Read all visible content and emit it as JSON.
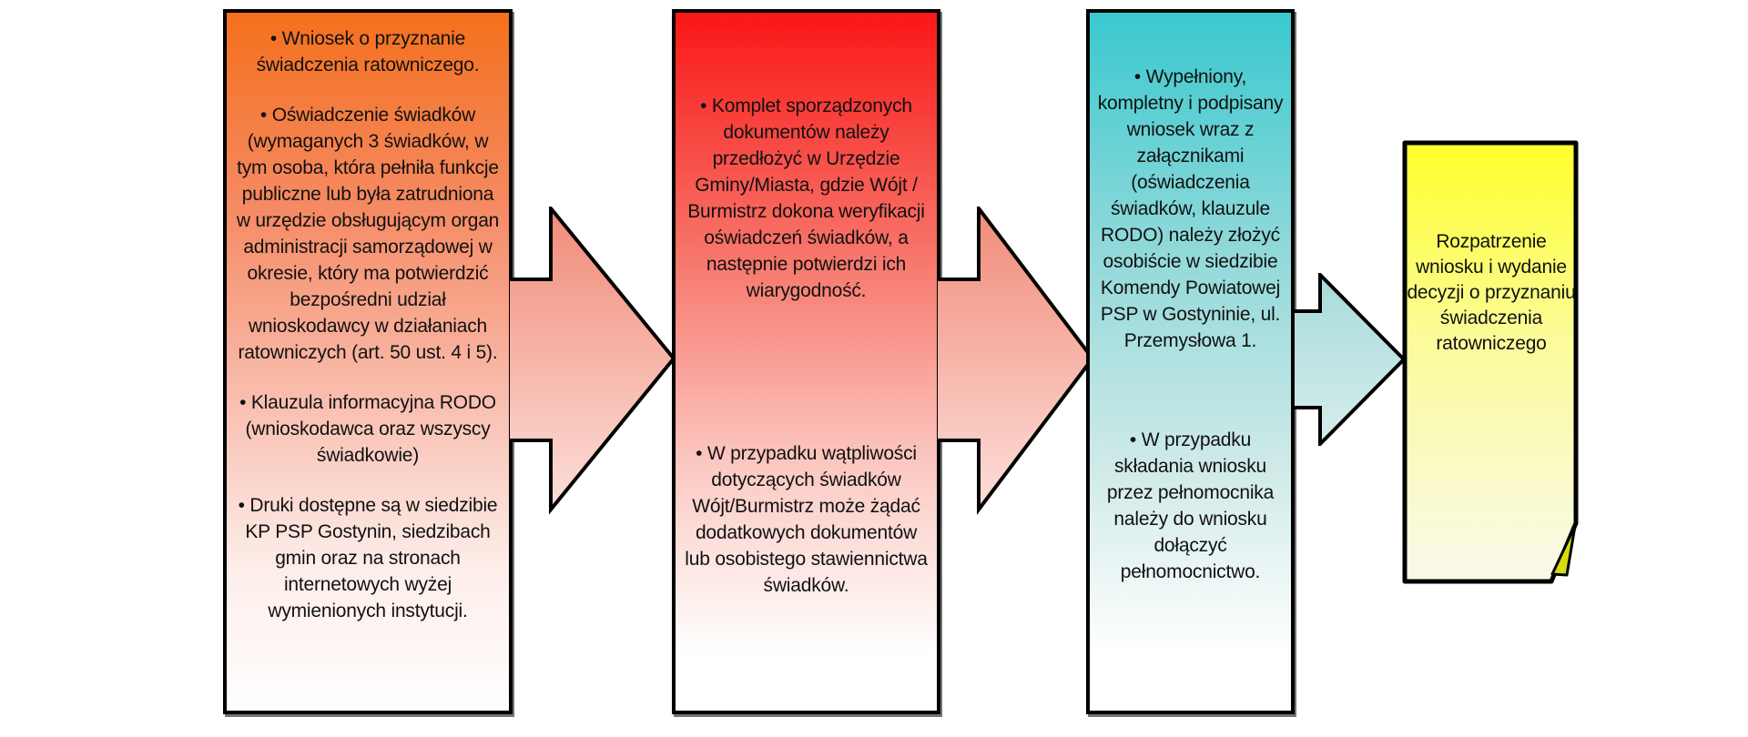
{
  "diagram": {
    "title_hint": "Procedura przyznania świadczenia ratowniczego",
    "boxes": [
      {
        "name": "step-1-required-documents",
        "accent_top": "#f4701c",
        "items": [
          "• Wniosek o przyznanie świadczenia ratowniczego.",
          "• Oświadczenie świadków (wymaganych 3 świadków, w tym osoba, która pełniła funkcje publiczne lub była zatrudniona w urzędzie obsługującym organ administracji samorządowej w okresie, który ma potwierdzić bezpośredni udział wnioskodawcy w działaniach ratowniczych (art. 50 ust. 4 i 5).",
          "• Klauzula informacyjna RODO (wnioskodawca oraz wszyscy świadkowie)",
          "• Druki dostępne są w siedzibie KP PSP Gostynin, siedzibach gmin oraz na stronach internetowych wyżej wymienionych instytucji."
        ]
      },
      {
        "name": "step-2-verification",
        "accent_top": "#fa1717",
        "items": [
          "• Komplet sporządzonych dokumentów należy przedłożyć w Urzędzie Gminy/Miasta, gdzie Wójt / Burmistrz dokona weryfikacji oświadczeń świadków, a następnie potwierdzi ich wiarygodność.",
          "• W przypadku wątpliwości dotyczących świadków Wójt/Burmistrz może żądać dodatkowych dokumentów lub osobistego stawiennictwa świadków."
        ]
      },
      {
        "name": "step-3-submission",
        "accent_top": "#39c9cf",
        "items": [
          "• Wypełniony, kompletny i podpisany wniosek wraz z załącznikami (oświadczenia świadków, klauzule RODO) należy złożyć osobiście w siedzibie Komendy Powiatowej PSP w Gostyninie, ul. Przemysłowa 1.",
          "• W przypadku składania wniosku przez pełnomocnika należy do wniosku dołączyć pełnomocnictwo."
        ]
      }
    ],
    "arrows": [
      {
        "name": "arrow-1",
        "fill_top": "#f18b78",
        "fill_bottom": "#fcdfda"
      },
      {
        "name": "arrow-2",
        "fill_top": "#f18b78",
        "fill_bottom": "#fcdfda"
      },
      {
        "name": "arrow-3",
        "fill_top": "#a7dbdb",
        "fill_bottom": "#d6edeb"
      }
    ],
    "note": {
      "text": "Rozpatrzenie wniosku i wydanie decyzji o przyznaniu świadczenia ratowniczego",
      "fill_top": "#ffff2b",
      "fill_bottom": "#f9f9ec",
      "fold_color": "#d6dc12"
    }
  }
}
